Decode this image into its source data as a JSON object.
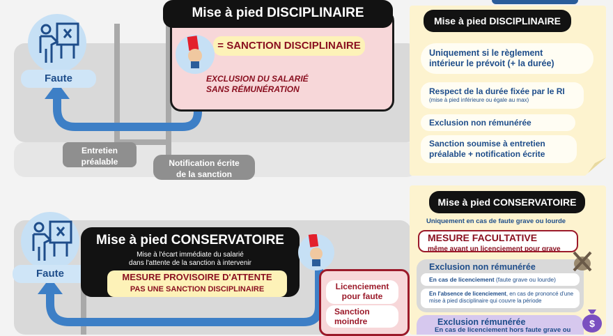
{
  "top": {
    "title": "Mise à pied DISCIPLINAIRE",
    "sanction": "= SANCTION DISCIPLINAIRE",
    "exclusion_line1": "EXCLUSION DU SALARIÉ",
    "exclusion_line2": "SANS RÉMUNÉRATION",
    "faute": "Faute",
    "entretien_line1": "Entretien",
    "entretien_line2": "préalable",
    "notification_line1": "Notification écrite",
    "notification_line2": "de la sanction"
  },
  "bottom": {
    "title": "Mise à pied CONSERVATOIRE",
    "subtitle_line1": "Mise à l'écart immédiate du salarié",
    "subtitle_line2": "dans l'attente de la sanction à intervenir",
    "mesure_line1": "MESURE PROVISOIRE D'ATTENTE",
    "mesure_line2": "PAS UNE SANCTION DISCIPLINAIRE",
    "faute": "Faute",
    "licenciement_line1": "Licenciement",
    "licenciement_line2": "pour faute",
    "sanction_line1": "Sanction",
    "sanction_line2": "moindre"
  },
  "panel_top": {
    "title": "Mise à pied DISCIPLINAIRE",
    "item1_line1": "Uniquement si le règlement",
    "item1_line2": "intérieur le prévoit (+ la durée)",
    "item2_line1": "Respect de la durée fixée par le RI",
    "item2_small": "(mise à pied inférieure ou égale au max)",
    "item3": "Exclusion non rémunérée",
    "item4_line1": "Sanction soumise à entretien",
    "item4_line2": "préalable + notification écrite"
  },
  "panel_bottom": {
    "title": "Mise à pied CONSERVATOIRE",
    "intro": "Uniquement en cas de faute grave ou lourde",
    "mesure_line1": "MESURE FACULTATIVE",
    "mesure_line2": "même avant un licenciement pour grave",
    "excl_title": "Exclusion non rémunérée",
    "case1_bold": "En cas de licenciement",
    "case1_rest": " (faute grave ou lourde)",
    "case2_bold": "En l'absence de licenciement",
    "case2_rest": ", en cas de prononcé d'une mise à pied disciplinaire qui couvre la période",
    "paid_title": "Exclusion rémunérée",
    "paid_line": "En cas de licenciement hors faute grave ou"
  },
  "colors": {
    "accent_blue": "#1e4d8a",
    "arrow_blue": "#3d7fc6",
    "dark_red": "#8a1020",
    "panel_yellow": "#fdf3cf",
    "pink": "#f7d7d9"
  }
}
